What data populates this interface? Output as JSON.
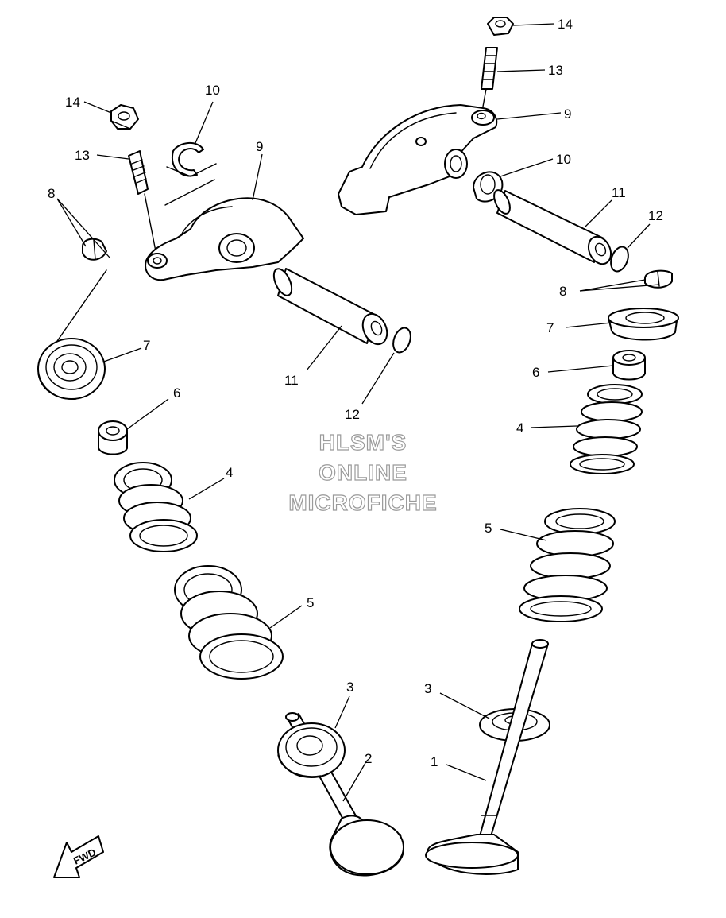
{
  "watermark": {
    "line1": "HLSM'S",
    "line2": "ONLINE",
    "line3": "MICROFICHE"
  },
  "fwd_label": "FWD",
  "callouts": {
    "valve_exhaust": "1",
    "valve_intake": "2",
    "seat_right": "3",
    "seat_left": "3",
    "spring_inner_left": "4",
    "spring_inner_right": "4",
    "spring_outer_left": "5",
    "spring_outer_right": "5",
    "seal_left": "6",
    "seal_right": "6",
    "retainer_left": "7",
    "retainer_right": "7",
    "cotter_left": "8",
    "cotter_right": "8",
    "arm_left": "9",
    "arm_right": "9",
    "clip_left": "10",
    "clip_right": "10",
    "shaft_left": "11",
    "shaft_right": "11",
    "oring_left": "12",
    "oring_right": "12",
    "screw_left": "13",
    "screw_right": "13",
    "nut_left": "14",
    "nut_right": "14"
  }
}
